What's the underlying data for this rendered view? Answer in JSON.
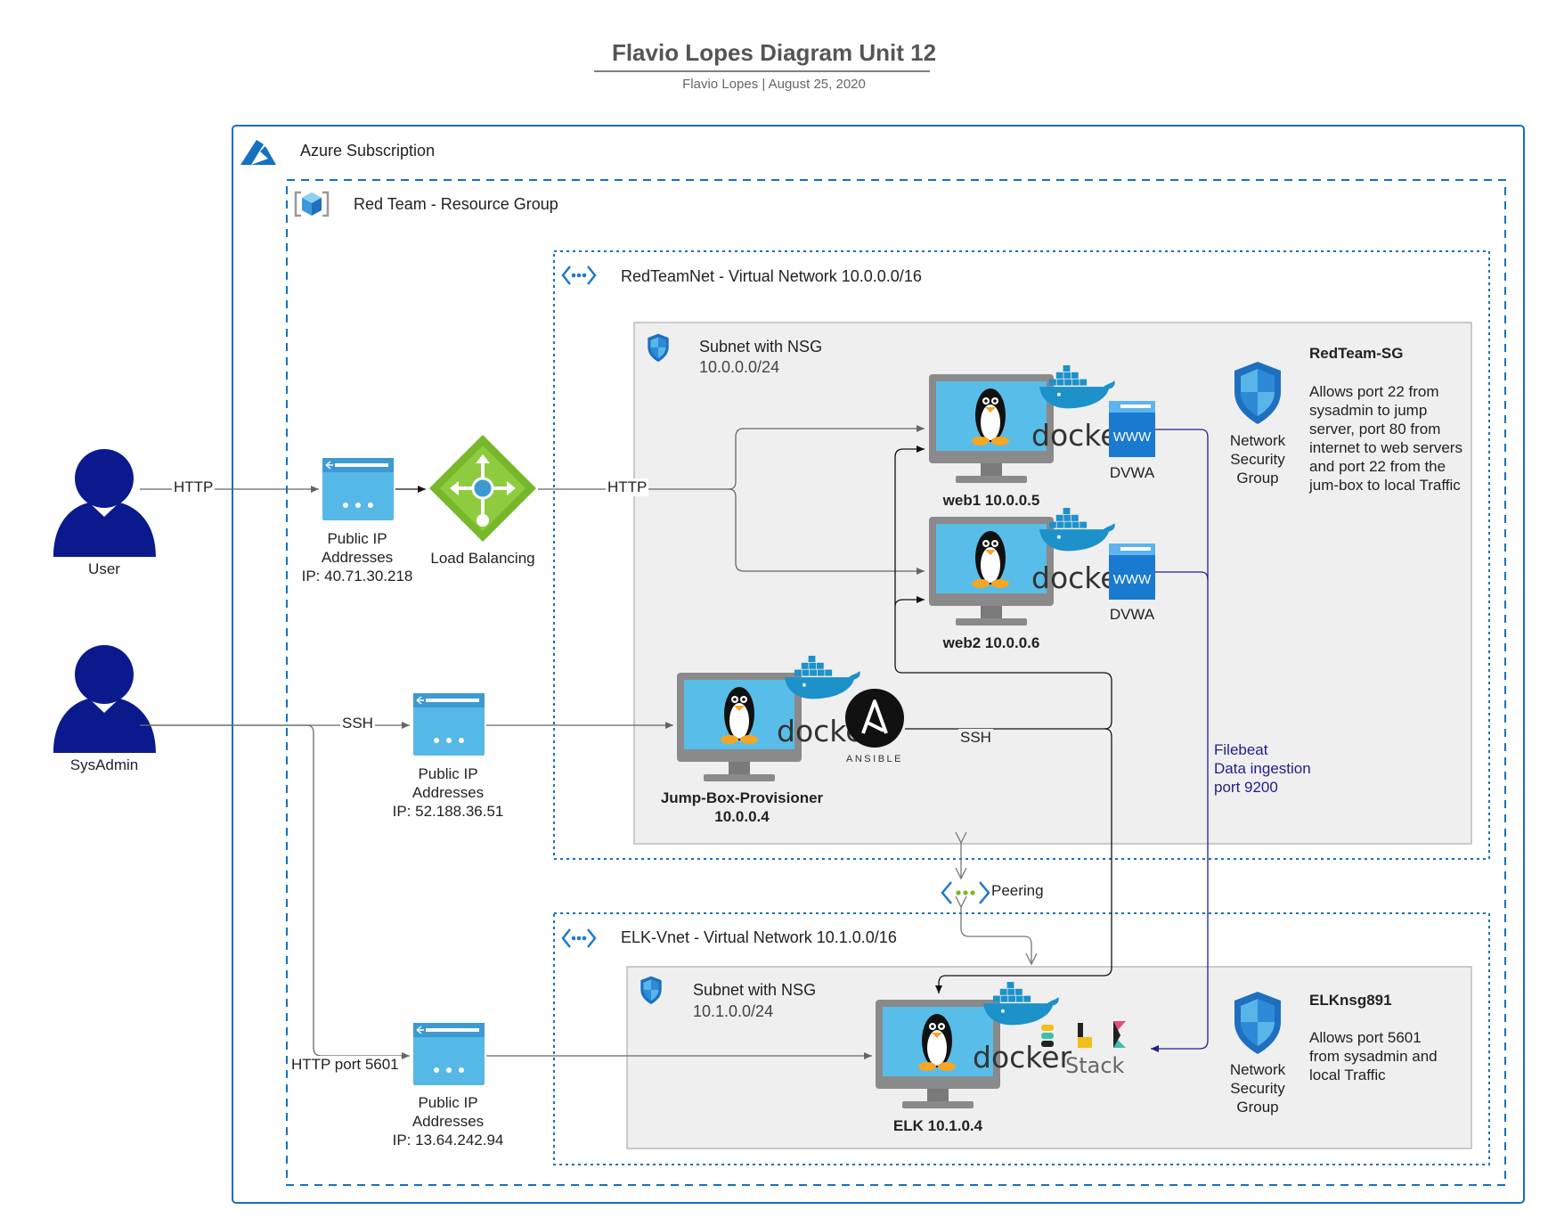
{
  "header": {
    "title": "Flavio Lopes Diagram Unit 12",
    "subtitle": "Flavio Lopes  |  August 25, 2020"
  },
  "containers": {
    "subscription": "Azure Subscription",
    "resource_group": "Red Team - Resource Group",
    "vnet_red": "RedTeamNet - Virtual Network 10.0.0.0/16",
    "subnet_red_title": "Subnet with NSG",
    "subnet_red_cidr": "10.0.0.0/24",
    "vnet_elk": "ELK-Vnet - Virtual Network 10.1.0.0/16",
    "subnet_elk_title": "Subnet with NSG",
    "subnet_elk_cidr": "10.1.0.0/24"
  },
  "actors": {
    "user": "User",
    "sysadmin": "SysAdmin"
  },
  "public_ips": [
    {
      "line1": "Public IP",
      "line2": "Addresses",
      "line3": "IP: 40.71.30.218"
    },
    {
      "line1": "Public IP",
      "line2": "Addresses",
      "line3": "IP: 52.188.36.51"
    },
    {
      "line1": "Public IP",
      "line2": "Addresses",
      "line3": "IP: 13.64.242.94"
    }
  ],
  "load_balancer": "Load Balancing",
  "vms": {
    "web1": "web1 10.0.0.5",
    "web2": "web2 10.0.0.6",
    "jump_line1": "Jump-Box-Provisioner",
    "jump_line2": "10.0.0.4",
    "elk": "ELK 10.1.0.4"
  },
  "apps": {
    "dvwa1": "DVWA",
    "dvwa2": "DVWA",
    "www": "WWW",
    "docker": "docker",
    "ansible": "ANSIBLE",
    "stack": "Stack"
  },
  "connections": {
    "http1": "HTTP",
    "http2": "HTTP",
    "ssh1": "SSH",
    "ssh2": "SSH",
    "http5601": "HTTP port 5601",
    "peering": "Peering",
    "filebeat1": "Filebeat",
    "filebeat2": "Data ingestion",
    "filebeat3": "port 9200"
  },
  "nsg_red": {
    "icon_label1": "Network",
    "icon_label2": "Security",
    "icon_label3": "Group",
    "name": "RedTeam-SG",
    "description": "Allows port 22 from sysadmin to jump server, port 80 from internet to web servers and port 22 from the jum-box to local Traffic"
  },
  "nsg_elk": {
    "icon_label1": "Network",
    "icon_label2": "Security",
    "icon_label3": "Group",
    "name": "ELKnsg891",
    "description": "Allows port 5601 from sysadmin and local Traffic"
  },
  "colors": {
    "azure_blue": "#1570c0",
    "user_blue": "#0a1a8c",
    "subnet_bg": "#efefef",
    "filebeat_line": "#1f1f8f",
    "lb_green": "#76b82a"
  }
}
